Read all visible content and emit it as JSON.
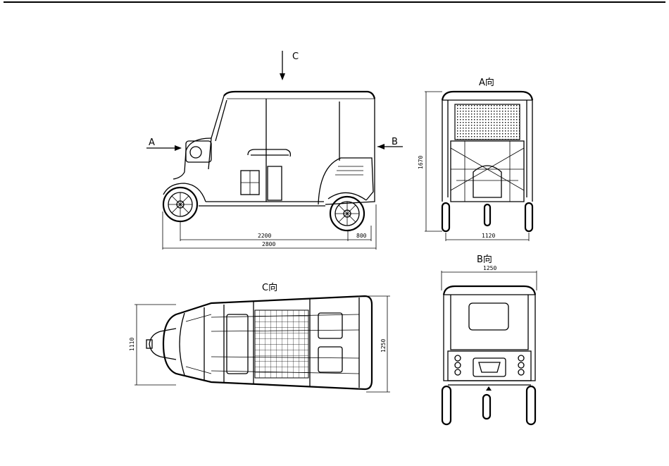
{
  "views": {
    "side": {
      "arrow_c": "C",
      "arrow_a": "A",
      "arrow_b": "B",
      "dim_wheelbase": "2200",
      "dim_rear_overhang": "800",
      "dim_overall_length": "2800"
    },
    "front": {
      "title": "A向",
      "dim_height": "1670",
      "dim_track": "1120"
    },
    "top": {
      "title": "C向",
      "dim_width_left": "1110",
      "dim_width_right": "1250"
    },
    "rear": {
      "title": "B向",
      "dim_width": "1250"
    }
  }
}
